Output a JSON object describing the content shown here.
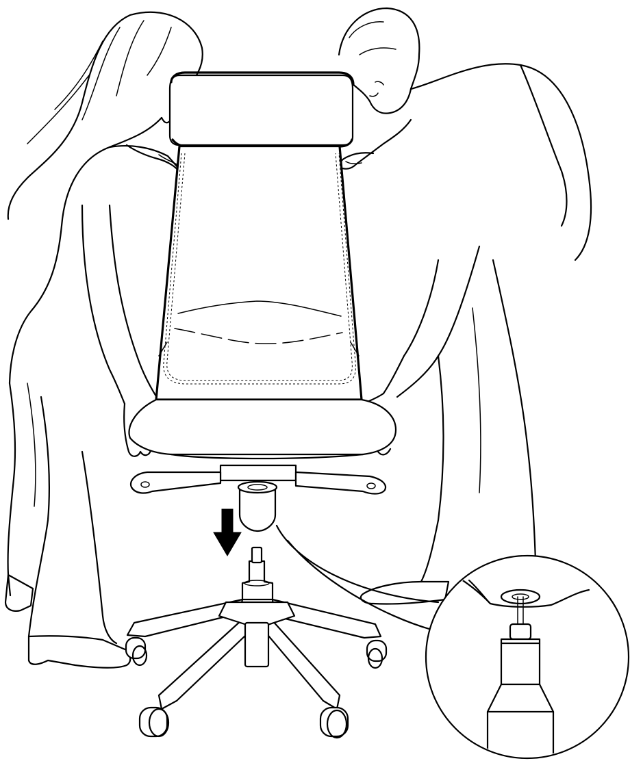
{
  "figure": {
    "kind": "assembly-instruction",
    "step": "lower-chair-seat-onto-base-cylinder",
    "colors": {
      "line": "#000000",
      "background": "#ffffff"
    },
    "icons": [
      "down-arrow-icon",
      "magnifier-detail-callout"
    ]
  }
}
